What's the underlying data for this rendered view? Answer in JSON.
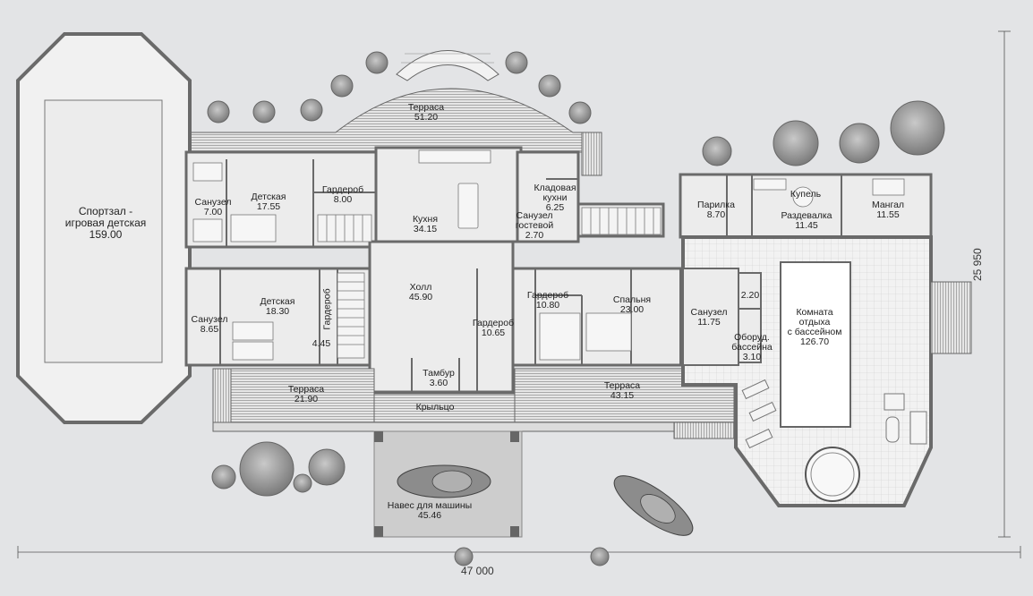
{
  "colors": {
    "background": "#e3e4e6",
    "wall": "#6a6a6a",
    "wall_fill": "#9a9a9a",
    "room": "#ececec",
    "deck": "#cfcfcf",
    "carport": "#cfcfcf",
    "tree": "#9a9a9a",
    "pool": "#ffffff"
  },
  "dimensions": {
    "width": "47 000",
    "depth": "25 950"
  },
  "rooms": [
    {
      "id": "gym",
      "name": "Спортзал -\nигровая детская",
      "area": "159.00"
    },
    {
      "id": "terrace_north",
      "name": "Терраса",
      "area": "51.20"
    },
    {
      "id": "bath1",
      "name": "Санузел",
      "area": "7.00"
    },
    {
      "id": "kids1",
      "name": "Детская",
      "area": "17.55"
    },
    {
      "id": "wardrobe1",
      "name": "Гардероб",
      "area": "8.00"
    },
    {
      "id": "kitchen",
      "name": "Кухня",
      "area": "34.15"
    },
    {
      "id": "pantry",
      "name": "Кладовая\nкухни",
      "area": "6.25"
    },
    {
      "id": "guest_bath",
      "name": "Санузел\nгостевой",
      "area": "2.70"
    },
    {
      "id": "sauna",
      "name": "Парилка",
      "area": "8.70"
    },
    {
      "id": "plunge",
      "name": "Купель",
      "area": ""
    },
    {
      "id": "changing",
      "name": "Раздевалка",
      "area": "11.45"
    },
    {
      "id": "bbq",
      "name": "Мангал",
      "area": "11.55"
    },
    {
      "id": "bath2",
      "name": "Санузел",
      "area": "8.65"
    },
    {
      "id": "kids2",
      "name": "Детская",
      "area": "18.30"
    },
    {
      "id": "wardrobe2",
      "name": "Гардероб",
      "area": "4.45"
    },
    {
      "id": "hall",
      "name": "Холл",
      "area": "45.90"
    },
    {
      "id": "wardrobe3",
      "name": "Гардероб",
      "area": "10.65"
    },
    {
      "id": "wardrobe4",
      "name": "Гардероб",
      "area": "10.80"
    },
    {
      "id": "bedroom",
      "name": "Спальня",
      "area": "23.00"
    },
    {
      "id": "bath3",
      "name": "Санузел",
      "area": "11.75"
    },
    {
      "id": "small",
      "name": "",
      "area": "2.20"
    },
    {
      "id": "pool_eq",
      "name": "Оборуд.\nбассейна",
      "area": "3.10"
    },
    {
      "id": "rest",
      "name": "Комната\nотдыха\nс бассейном",
      "area": "126.70"
    },
    {
      "id": "terrace_sw",
      "name": "Терраса",
      "area": "21.90"
    },
    {
      "id": "vestibule",
      "name": "Тамбур",
      "area": "3.60"
    },
    {
      "id": "porch",
      "name": "Крыльцо",
      "area": ""
    },
    {
      "id": "terrace_se",
      "name": "Терраса",
      "area": "43.15"
    },
    {
      "id": "carport",
      "name": "Навес для машины",
      "area": "45.46"
    }
  ],
  "icons": [
    "car-icon",
    "tree-icon",
    "stair-icon",
    "pool-icon",
    "hot-tub-icon",
    "bed-icon",
    "sofa-icon"
  ]
}
